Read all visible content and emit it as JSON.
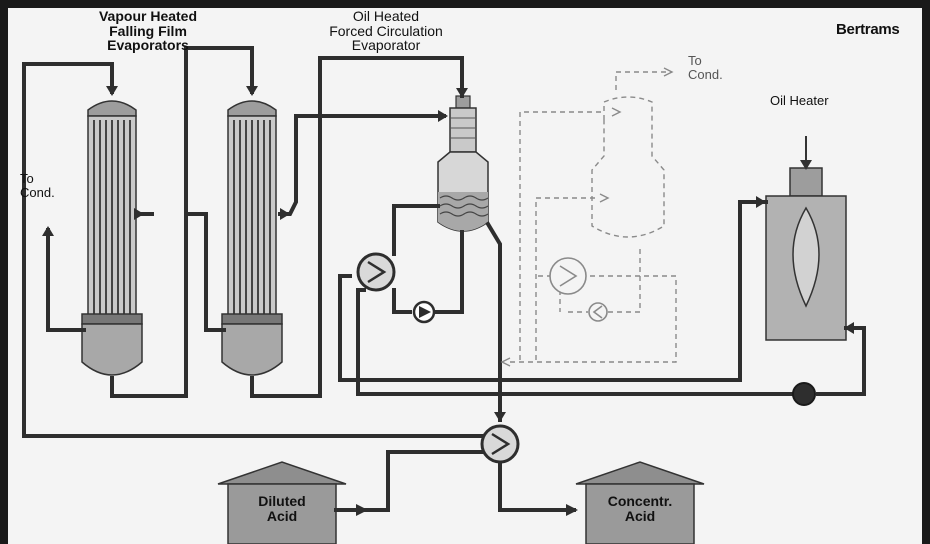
{
  "brand": "Bertrams",
  "titles": {
    "vapour_heated": [
      "Vapour Heated",
      "Falling Film",
      "Evaporators"
    ],
    "oil_heated": [
      "Oil Heated",
      "Forced Circulation",
      "Evaporator"
    ],
    "oil_heater": "Oil Heater"
  },
  "labels": {
    "to_cond_left": [
      "To",
      "Cond."
    ],
    "to_cond_top": [
      "To",
      "Cond."
    ]
  },
  "tanks": {
    "diluted": [
      "Diluted",
      "Acid"
    ],
    "concentrated": [
      "Concentr.",
      "Acid"
    ]
  },
  "colors": {
    "background": "#f4f4f4",
    "outer_frame": "#1c1c1c",
    "pipe": "#3a3a3a",
    "vessel_fill": "#b9b9b9",
    "vessel_dark": "#8f8f8f",
    "tank_fill": "#9a9a9a",
    "dashed": "#8a8a8a"
  }
}
